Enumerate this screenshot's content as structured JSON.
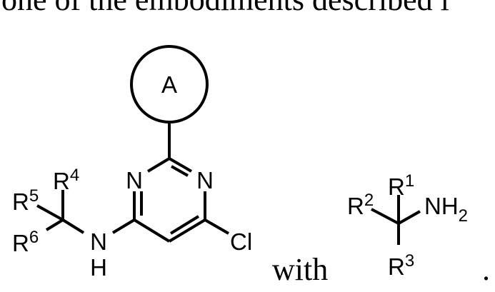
{
  "header_text": "one of the embodiments described i",
  "connector_text": "with",
  "end_punct": ".",
  "reactant1": {
    "ring_label": "A",
    "n_left": "N",
    "n_right": "N",
    "halogen": "Cl",
    "amine_n": "N",
    "amine_h": "H",
    "r4": {
      "base": "R",
      "sup": "4"
    },
    "r5": {
      "base": "R",
      "sup": "5"
    },
    "r6": {
      "base": "R",
      "sup": "6"
    }
  },
  "reactant2": {
    "r1": {
      "base": "R",
      "sup": "1"
    },
    "r2": {
      "base": "R",
      "sup": "2"
    },
    "r3": {
      "base": "R",
      "sup": "3"
    },
    "amine": {
      "base": "NH",
      "sub": "2"
    }
  }
}
